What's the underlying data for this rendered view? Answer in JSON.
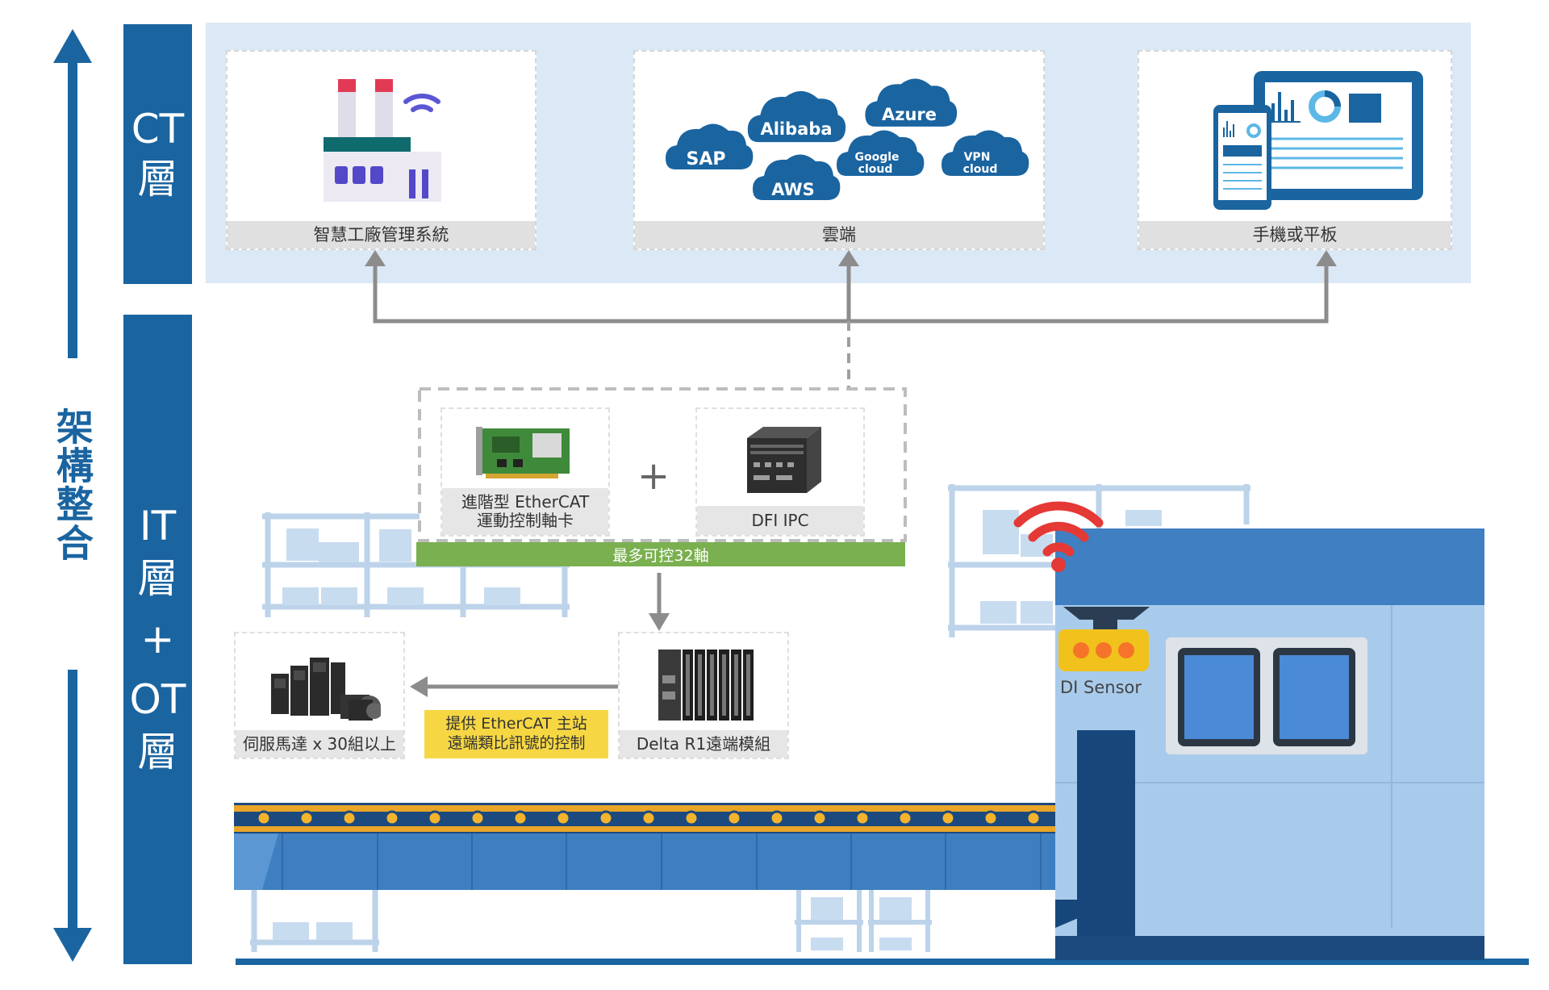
{
  "axis": {
    "label": "架構整合"
  },
  "layers": {
    "ct": {
      "top": "CT",
      "bottom": "層"
    },
    "it_ot": {
      "l1": "IT",
      "l2": "層",
      "l3": "+",
      "l4": "OT",
      "l5": "層"
    }
  },
  "cards": {
    "factory": "智慧工廠管理系統",
    "cloud": "雲端",
    "mobile": "手機或平板"
  },
  "clouds": {
    "sap": "SAP",
    "alibaba": "Alibaba",
    "aws": "AWS",
    "azure": "Azure",
    "google_1": "Google",
    "google_2": "cloud",
    "vpn_1": "VPN",
    "vpn_2": "cloud"
  },
  "controller": {
    "card_line1": "進階型 EtherCAT",
    "card_line2": "運動控制軸卡",
    "plus": "+",
    "ipc": "DFI IPC",
    "axes": "最多可控32軸"
  },
  "field": {
    "servo": "伺服馬達 x 30組以上",
    "remote": "Delta R1遠端模組",
    "note_line1": "提供 EtherCAT 主站",
    "note_line2": "遠端類比訊號的控制",
    "sensor": "DI Sensor"
  },
  "colors": {
    "layer_blue": "#1a64a0",
    "ct_background": "#dbe8f5",
    "connector_gray": "#8c8c8c",
    "axes_green": "#7ab04f",
    "note_yellow": "#f6d743",
    "signal_red": "#e53935"
  }
}
